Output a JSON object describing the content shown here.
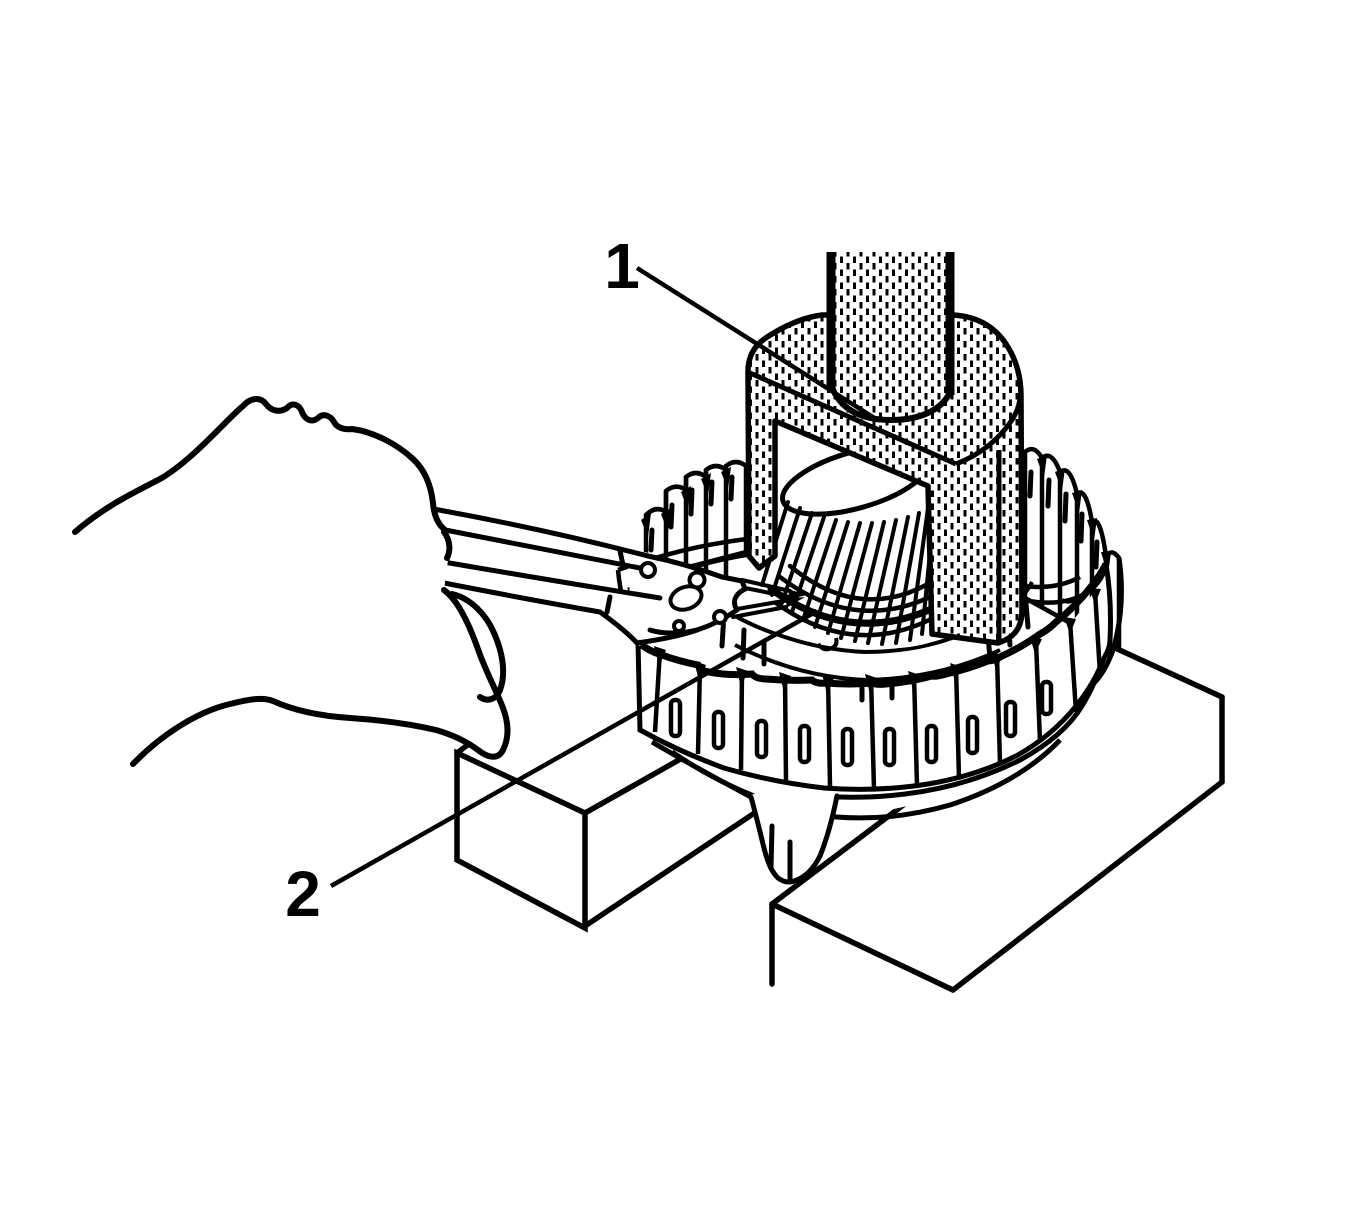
{
  "figure": {
    "type": "service-manual-line-illustration",
    "background_color": "#ffffff",
    "line_color": "#000000",
    "fill_pattern": "stipple-halftone",
    "parts": [
      {
        "callout": "1",
        "name": "press-installer-tool"
      },
      {
        "callout": "2",
        "name": "snap-ring"
      }
    ]
  }
}
